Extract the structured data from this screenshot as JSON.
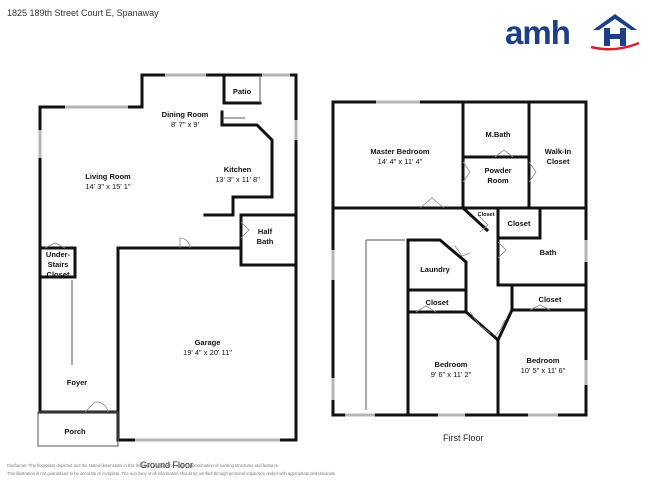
{
  "header": {
    "address": "1825 189th Street Court E, Spanaway",
    "logo_text": "amh"
  },
  "colors": {
    "wall": "#111111",
    "window": "#b5b5b5",
    "logo_blue": "#1f3e88",
    "logo_red": "#d6202b"
  },
  "ground_floor": {
    "label": "Ground Floor",
    "rooms": {
      "patio": {
        "name": "Patio"
      },
      "dining": {
        "name": "Dining Room",
        "dim": "8' 7\" x 9'"
      },
      "living": {
        "name": "Living Room",
        "dim": "14' 3\" x 15' 1\""
      },
      "kitchen": {
        "name": "Kitchen",
        "dim": "13' 3\" x 11' 8\""
      },
      "half_bath": {
        "name": "Half Bath"
      },
      "under_stairs": {
        "name": "Under-Stairs Closet"
      },
      "garage": {
        "name": "Garage",
        "dim": "19' 4\" x 20' 11\""
      },
      "foyer": {
        "name": "Foyer"
      },
      "porch": {
        "name": "Porch"
      }
    }
  },
  "first_floor": {
    "label": "First Floor",
    "rooms": {
      "master": {
        "name": "Master Bedroom",
        "dim": "14' 4\" x 11' 4\""
      },
      "mbath": {
        "name": "M.Bath"
      },
      "walkin": {
        "name": "Walk-In Closet"
      },
      "powder": {
        "name": "Powder Room"
      },
      "closet_small": {
        "name": "Closet"
      },
      "closet_bath": {
        "name": "Closet"
      },
      "bath": {
        "name": "Bath"
      },
      "laundry": {
        "name": "Laundry"
      },
      "closet_left": {
        "name": "Closet"
      },
      "closet_right": {
        "name": "Closet"
      },
      "bedroom_left": {
        "name": "Bedroom",
        "dim": "9' 6\" x 11' 2\""
      },
      "bedroom_right": {
        "name": "Bedroom",
        "dim": "10' 5\" x 11' 6\""
      }
    }
  },
  "disclaimer": {
    "line1": "Disclaimer: The floorplans depicted and the stated dimensions in this floorplan are to serve as an approximation of existing structures and features.",
    "line2": "This illustration is not guaranteed to be accurate or complete. The accuracy of all information should be verified through personal inspection and/or with appropriate professionals."
  }
}
